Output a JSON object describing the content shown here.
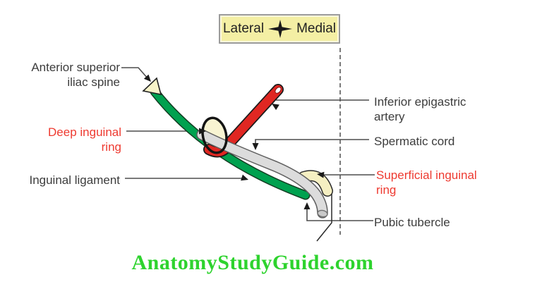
{
  "legend": {
    "lateral_label": "Lateral",
    "medial_label": "Medial"
  },
  "labels": {
    "asis_line1": "Anterior superior",
    "asis_line2": "iliac spine",
    "deep_ring_line1": "Deep inguinal",
    "deep_ring_line2": "ring",
    "inguinal_ligament": "Inguinal ligament",
    "inferior_epigastric_line1": "Inferior epigastric",
    "inferior_epigastric_line2": "artery",
    "spermatic_cord": "Spermatic cord",
    "superficial_ring_line1": "Superficial inguinal",
    "superficial_ring_line2": "ring",
    "pubic_tubercle": "Pubic tubercle"
  },
  "watermark": "AnatomyStudyGuide.com",
  "colors": {
    "ligament_green": "#00A14F",
    "artery_red": "#E02722",
    "cord_gray": "#DCDCDC",
    "cord_outline": "#5F5F5F",
    "ring_cream": "#F8F4D2",
    "legend_bg": "#F4EFA4",
    "label_red": "#EE3A30",
    "label_dark": "#3C3C3C",
    "watermark_green": "#2ED32E",
    "leader_gray": "#4D4D4D"
  }
}
